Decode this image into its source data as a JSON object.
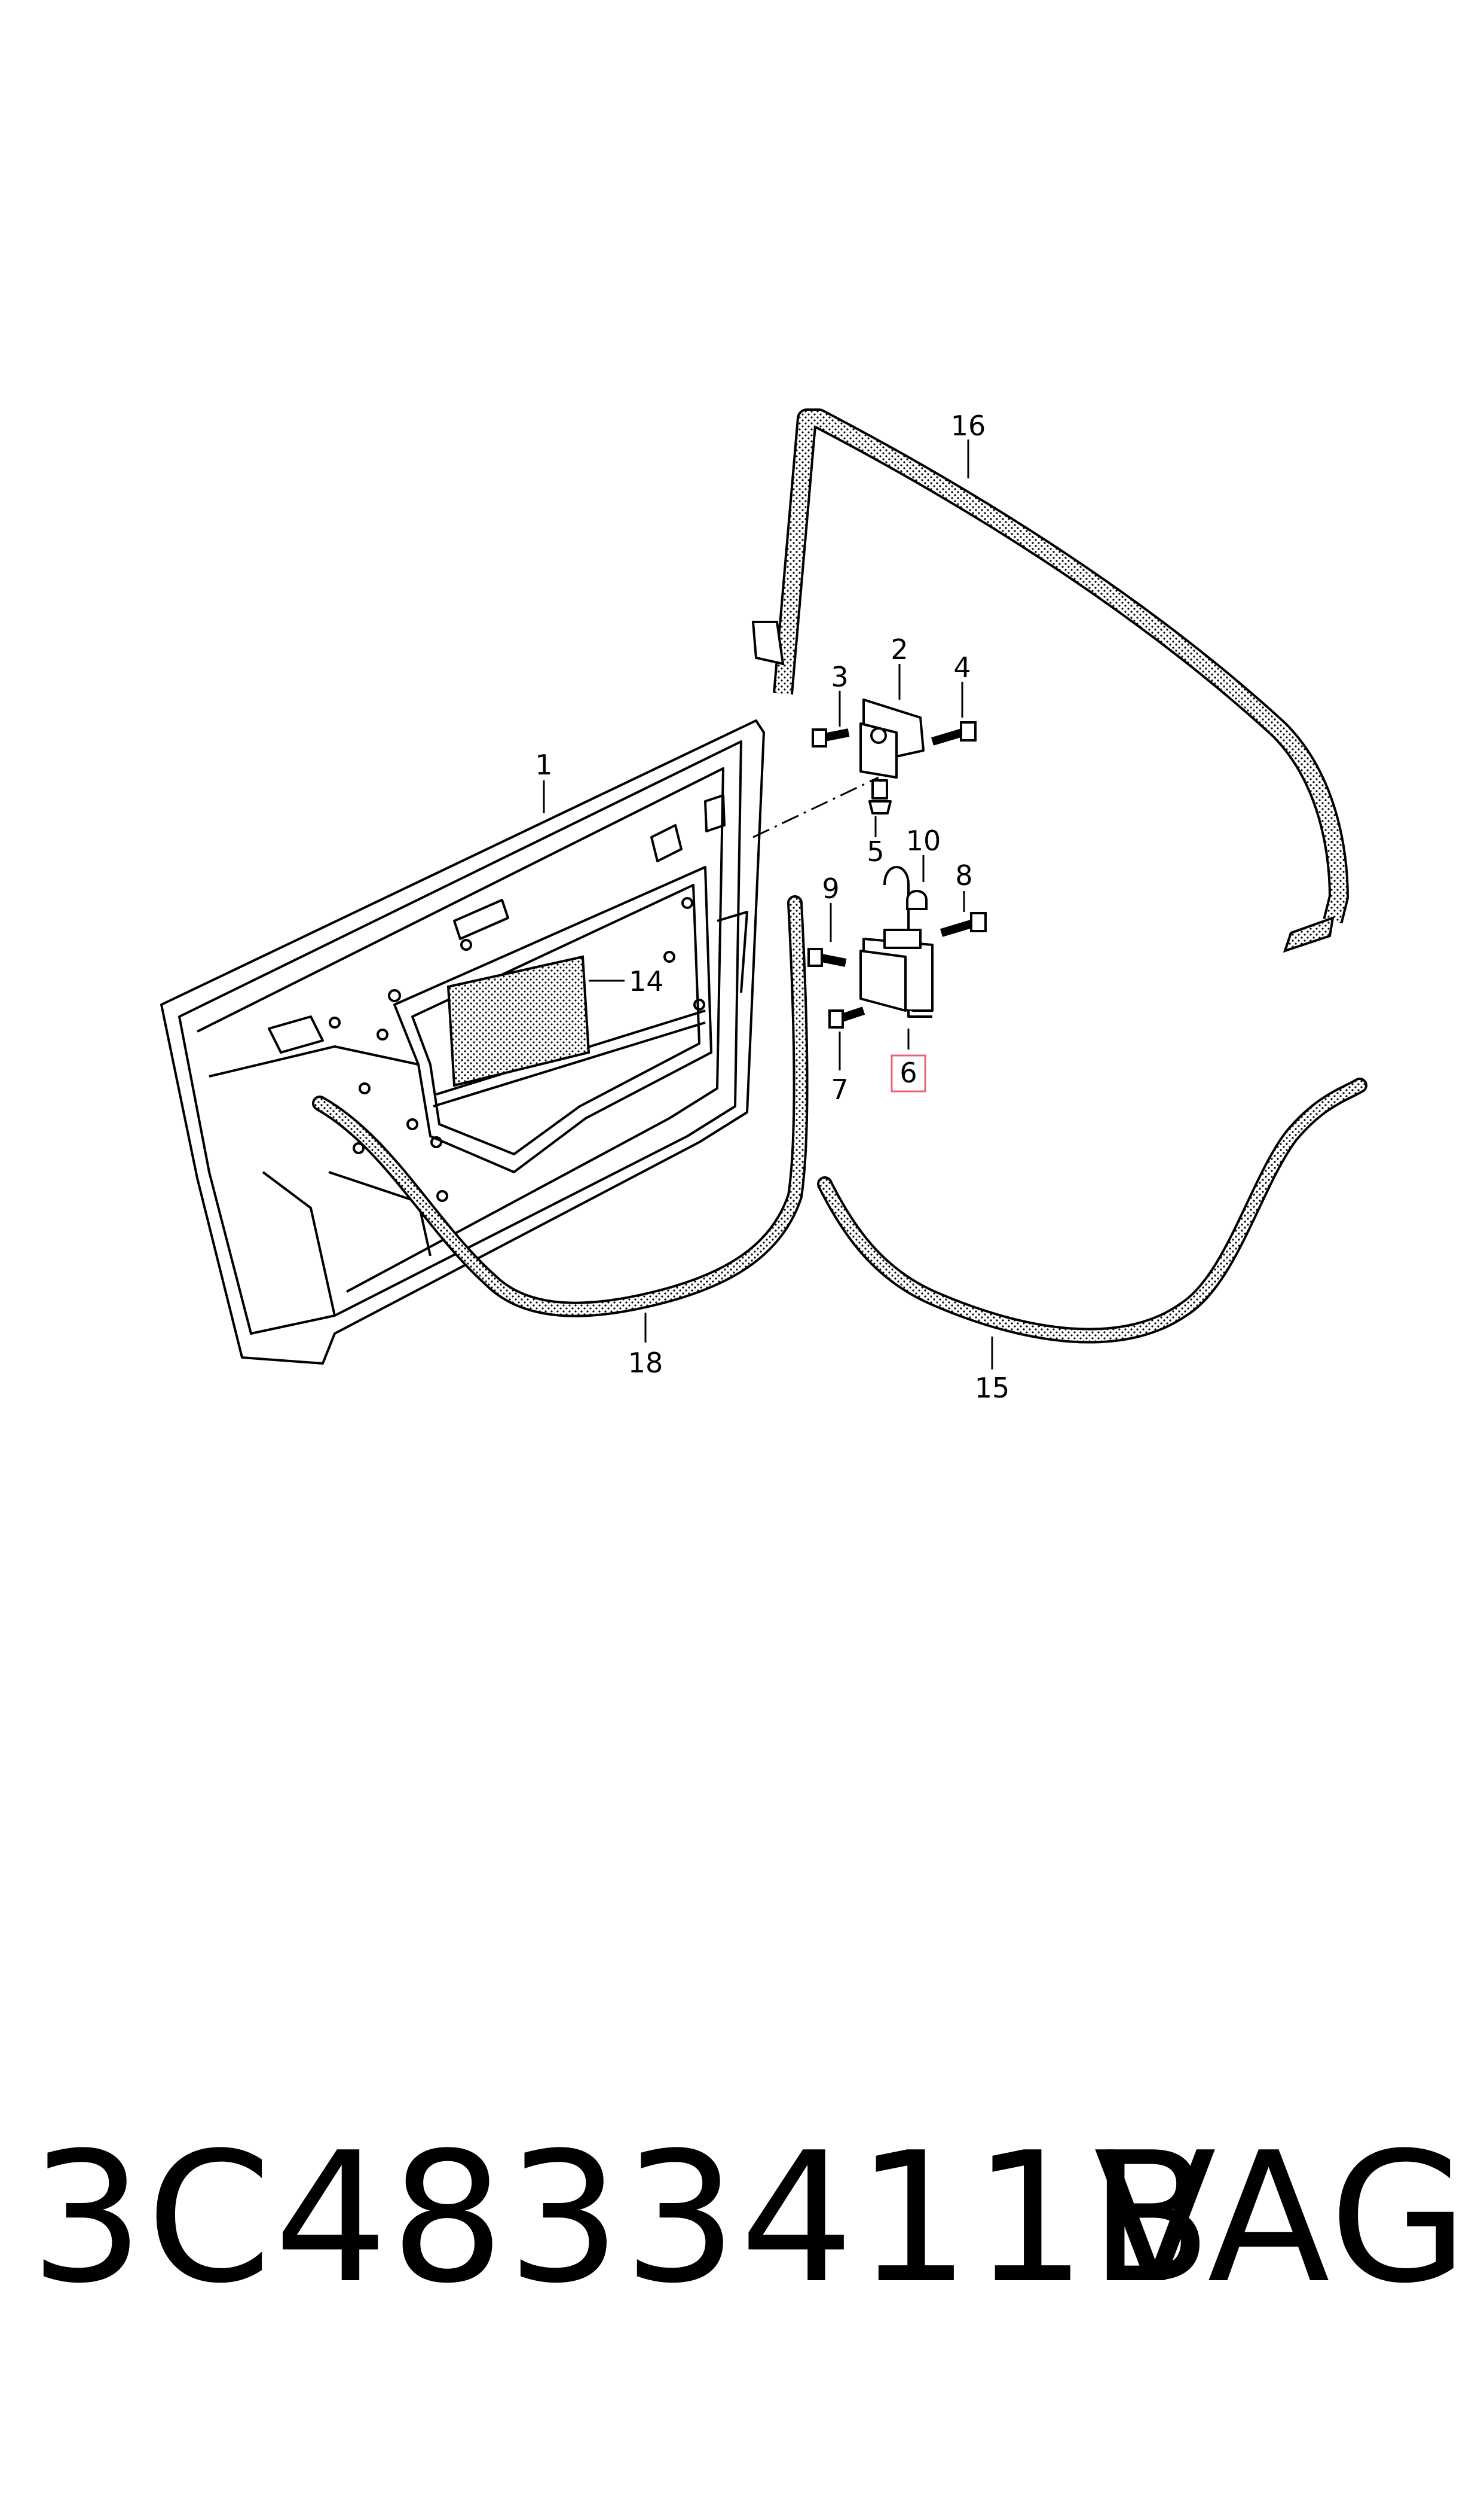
{
  "diagram": {
    "callouts": {
      "c1": "1",
      "c2": "2",
      "c3": "3",
      "c4": "4",
      "c5": "5",
      "c6": "6",
      "c7": "7",
      "c8": "8",
      "c9": "9",
      "c10": "10",
      "c14": "14",
      "c15": "15",
      "c16": "16",
      "c18": "18"
    },
    "highlight_color": "#e8647a"
  },
  "footer": {
    "part_number": "3C4833411B",
    "brand": "VAG"
  }
}
